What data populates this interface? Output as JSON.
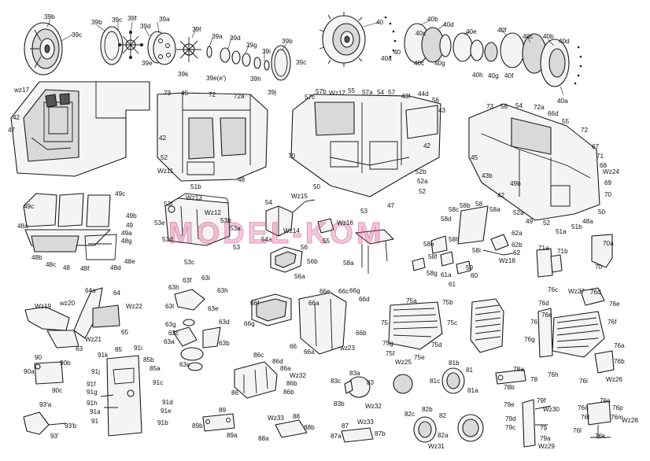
{
  "watermark": "MODEL-KOM",
  "colors": {
    "line": "#1a1a1a",
    "fill": "#f4f4f4",
    "watermark": "#dc508c"
  },
  "labels": {
    "l39b1": "39b",
    "l39c1": "39c",
    "l39b2": "39b",
    "l39c2": "39c",
    "l39f1": "39f",
    "l39a1": "39a",
    "l39d1": "39d",
    "l39e1": "39e",
    "l39f2": "39f",
    "l39k": "39k",
    "l39a2": "39a",
    "l39d2": "39d",
    "l39g": "39g",
    "l39i": "39i",
    "l39h": "39h",
    "l39ee": "39e(e')",
    "l39j": "39j",
    "l39b3": "39b",
    "l39c3": "39c",
    "l40a": "40",
    "l40b": "40b",
    "l40d": "40d",
    "l40c1": "40c",
    "l40e": "40e",
    "l40f1": "40f",
    "l40a1": "40a",
    "l40b2": "40",
    "l40c2": "40c",
    "l40g1": "40g",
    "l40h": "40h",
    "l40g2": "40g",
    "l40f2": "40f",
    "l40c3": "40c",
    "l40b3": "40b",
    "l40d2": "40d",
    "l40a2": "40a",
    "lwz17a": "wz17",
    "l42a": "42",
    "l47a": "47",
    "l73a": "73",
    "l45a": "45",
    "l72a": "72",
    "l72aa": "72a",
    "l42b": "42",
    "l52a": "52",
    "lwz11a": "Wz11",
    "l51b1": "51b",
    "l48a": "48",
    "l57c": "57c",
    "l57b": "57b",
    "lwz17b": "Wz17",
    "l55a": "55",
    "l57a": "57a",
    "l54a": "54",
    "l57": "57",
    "l43f": "43f",
    "l44d": "44d",
    "l56a": "56",
    "l43a": "43",
    "l42c": "42",
    "l70a": "70",
    "l50a": "50",
    "l47b": "47",
    "l52b": "52b",
    "l52ab": "52a",
    "l52c": "52",
    "l53a": "53",
    "l73b": "73",
    "l56b": "56",
    "l54b": "54",
    "l72ab": "72a",
    "l66d": "66d",
    "l55b": "55",
    "l72b": "72",
    "l67": "67",
    "l71": "71",
    "l68": "68",
    "lwz24": "Wz24",
    "l69": "69",
    "l45b": "45",
    "l43b": "43b",
    "l70b": "70",
    "l42d": "42",
    "l49b": "49b",
    "l52ac": "52a",
    "l49": "49",
    "l52d": "52",
    "l51a": "51a",
    "l48ab": "48a",
    "l51bb": "51b",
    "l50b": "50",
    "l49c1": "49c",
    "l49c2": "49c",
    "l49bb": "49b",
    "l48aa": "48a",
    "l49a": "49a",
    "l48g": "48g",
    "l48b": "48b",
    "l48c": "48c",
    "l48": "48",
    "l48d": "48d",
    "l48f": "48f",
    "l48e": "48e",
    "l49z": "49",
    "lwz13": "Wz13",
    "l53f": "53f",
    "l53e": "53e",
    "l53d": "53d",
    "l53c": "53c",
    "lwz12": "Wz12",
    "l53b": "53b",
    "l53aa": "53a",
    "l53": "53",
    "l54c": "54",
    "lwz15": "Wz15",
    "l54aa": "54a",
    "lwz14": "Wz14",
    "lwz16": "Wz16",
    "l55c": "55",
    "l56c": "56",
    "l56b2": "56b",
    "l56aa": "56a",
    "l58b": "58b",
    "l58": "58",
    "l58a1": "58a",
    "l58c": "58c",
    "l58d": "58d",
    "l58h": "58h",
    "l58a2": "58a",
    "l58e": "58e",
    "l58i": "58i",
    "l58f": "58f",
    "l58g": "58g",
    "l61a": "61a",
    "l61": "61",
    "l60": "60",
    "l59": "59",
    "l62a": "62a",
    "l62b": "62b",
    "l62": "62",
    "lwz18": "Wz18",
    "l71a": "71a",
    "l71b": "71b",
    "l70aa": "70a",
    "l70c": "70",
    "l64a": "64a",
    "l64": "64",
    "lwz19": "Wz19",
    "lwz20": "wz20",
    "lwz22": "Wz22",
    "lwz21": "Wz21",
    "l65": "65",
    "l63": "63",
    "l63f": "63f",
    "l63i": "63i",
    "l63h1": "63h",
    "l63ll": "63l",
    "l63e": "63e",
    "l63g": "63g",
    "l63d": "63d",
    "l63c": "63c",
    "l63a": "63a",
    "l63b": "63b",
    "l63cc": "63c",
    "l63h2": "63h",
    "l66f": "66f",
    "l66g1": "66g",
    "l66e": "66e",
    "l66c": "66c",
    "l66a": "66a",
    "l66g2": "66g",
    "l66dd": "66d",
    "l66b": "66b",
    "lwz23": "wz23",
    "l66": "66",
    "l66aa": "66a",
    "l75a": "75a",
    "l75b": "75b",
    "l75": "75",
    "l75c": "75c",
    "l75g": "75g",
    "l75f": "75f",
    "l75d": "75d",
    "lwz25": "Wz25",
    "l75e": "75e",
    "l76c": "76c",
    "lwz27": "Wz27",
    "l76d1": "76d",
    "l76d2": "76d",
    "l76e": "76e",
    "l76ee": "76e",
    "l76": "76",
    "l76f": "76f",
    "l76g": "76g",
    "l76a": "76a",
    "l76h": "76h",
    "l76i": "76i",
    "l76b": "76b",
    "lwz26": "Wz26",
    "l90": "90",
    "l90b": "90b",
    "l90a": "90a",
    "l90c": "90c",
    "l91k": "91k",
    "l85": "85",
    "l91i": "91i",
    "l85b": "85b",
    "l85a": "85a",
    "l91j": "91j",
    "l91c": "91c",
    "l91f": "91f",
    "l91g": "91g",
    "l91h": "91h",
    "l91d": "91d",
    "l91a": "91a",
    "l91e": "91e",
    "l91": "91",
    "l91b": "91b",
    "l86c": "86c",
    "l86d": "86d",
    "l86a": "86a",
    "lwz32a": "Wz32",
    "l86": "86",
    "l86b1": "86b",
    "l86b2": "86b",
    "l83a": "83a",
    "l83c": "83c",
    "l83": "83",
    "l83b": "83b",
    "lwz32b": "Wz32",
    "l81b": "81b",
    "l81": "81",
    "l81c": "81c",
    "l81a": "81a",
    "l78a": "78a",
    "l78b": "78b",
    "l78": "78",
    "l93a": "93'a",
    "l93b": "93'b",
    "l93": "93'",
    "l89": "89",
    "l89b": "89b",
    "l89a": "89a",
    "lwz33a": "Wz33",
    "l88": "88",
    "l88b": "88b",
    "l88a": "88a",
    "l87": "87",
    "lwz33b": "Wz33",
    "l87b": "87b",
    "l87a": "87a",
    "l82c": "82c",
    "l82b": "82b",
    "l82": "82",
    "l82a": "82a",
    "lwz31": "Wz31",
    "l79f": "79f",
    "l79e": "79e",
    "lwz30": "Wz30",
    "l79d": "79d",
    "l79c": "79c",
    "l79": "79",
    "l79a": "79a",
    "lwz29": "Wz29",
    "l76n": "76n",
    "l76o": "76o",
    "l76p": "76p",
    "l76l": "76l",
    "l76m": "76m",
    "lwz28": "Wz28",
    "l76k": "76k"
  }
}
